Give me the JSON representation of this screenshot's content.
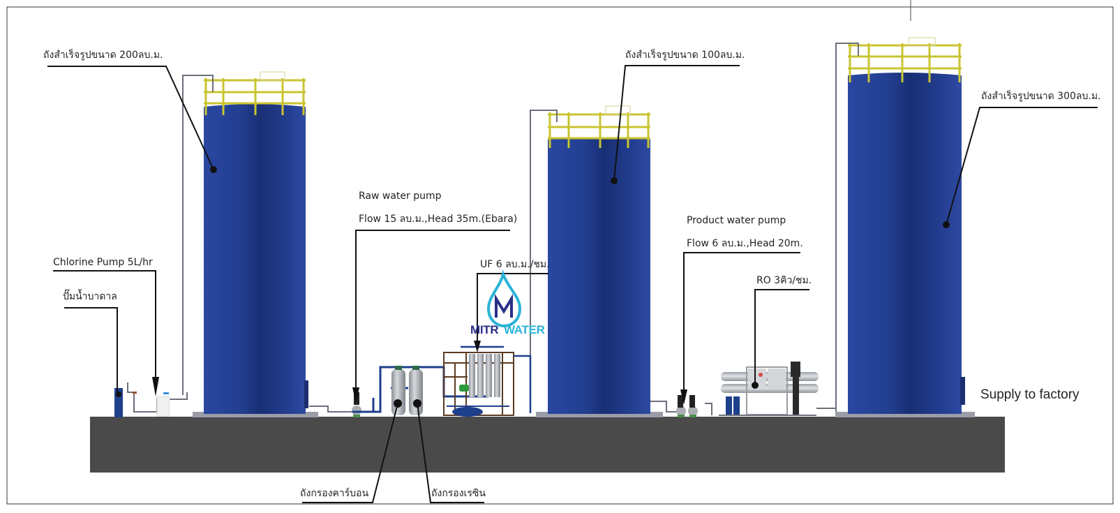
{
  "diagram": {
    "title": "",
    "colors": {
      "tank_blue": "#1f3a8a",
      "railing_yellow": "#c9c431",
      "ground": "#4a4a4a",
      "leader_line": "#111111",
      "pipe_gray": "#6b6f7a",
      "pipe_blue": "#1e3f8c",
      "logo_navy": "#2a2f86",
      "logo_cyan": "#2bb3d8"
    },
    "tanks": [
      {
        "id": "tank-200",
        "label": "ถังสำเร็จรูปขนาด 200ลบ.ม.",
        "capacity_m3": 200
      },
      {
        "id": "tank-100",
        "label": "ถังสำเร็จรูปขนาด 100ลบ.ม.",
        "capacity_m3": 100
      },
      {
        "id": "tank-300",
        "label": "ถังสำเร็จรูปขนาด 300ลบ.ม.",
        "capacity_m3": 300
      }
    ],
    "labels": {
      "chlorine_pump": "Chlorine Pump 5L/hr",
      "well_pump": "ปั๊มน้ำบาดาล",
      "raw_pump_title": "Raw water pump",
      "raw_pump_spec": "Flow 15 ลบ.ม.,Head 35m.(Ebara)",
      "uf": "UF 6 ลบ.ม./ชม.",
      "product_pump_title": "Product water pump",
      "product_pump_spec": "Flow 6 ลบ.ม.,Head 20m.",
      "ro": "RO 3คิว/ชม.",
      "carbon_filter": "ถังกรองคาร์บอน",
      "resin_filter": "ถังกรองเรซิน",
      "supply": "Supply to factory"
    },
    "logo": {
      "brand_part1": "MITR",
      "brand_part2": "WATER",
      "monogram": "M"
    }
  }
}
